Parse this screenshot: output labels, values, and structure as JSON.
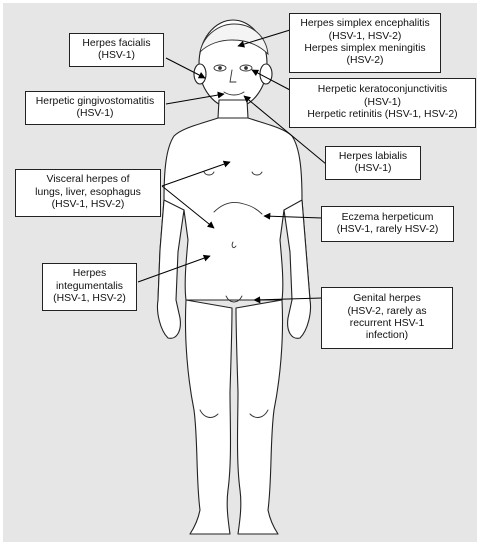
{
  "labels": {
    "herpes_facialis": [
      "Herpes facialis",
      "(HSV-1)"
    ],
    "encephalitis_meningitis": [
      "Herpes simplex encephalitis",
      "(HSV-1, HSV-2)",
      "Herpes simplex meningitis",
      "(HSV-2)"
    ],
    "gingivostomatitis": [
      "Herpetic gingivostomatitis",
      "(HSV-1)"
    ],
    "keratoconjunctivitis_retinitis": [
      "Herpetic keratoconjunctivitis",
      "(HSV-1)",
      "Herpetic retinitis (HSV-1, HSV-2)"
    ],
    "herpes_labialis": [
      "Herpes labialis",
      "(HSV-1)"
    ],
    "visceral": [
      "Visceral herpes of",
      "lungs, liver, esophagus",
      "(HSV-1, HSV-2)"
    ],
    "eczema_herpeticum": [
      "Eczema herpeticum",
      "(HSV-1, rarely HSV-2)"
    ],
    "integumentalis": [
      "Herpes",
      "integumentalis",
      "(HSV-1, HSV-2)"
    ],
    "genital_herpes": [
      "Genital herpes",
      "(HSV-2, rarely as",
      "recurrent HSV-1",
      "infection)"
    ]
  },
  "colors": {
    "background": "#e6e6e6",
    "body_fill": "#ffffff",
    "outline": "#222222",
    "arrow": "#000000"
  }
}
